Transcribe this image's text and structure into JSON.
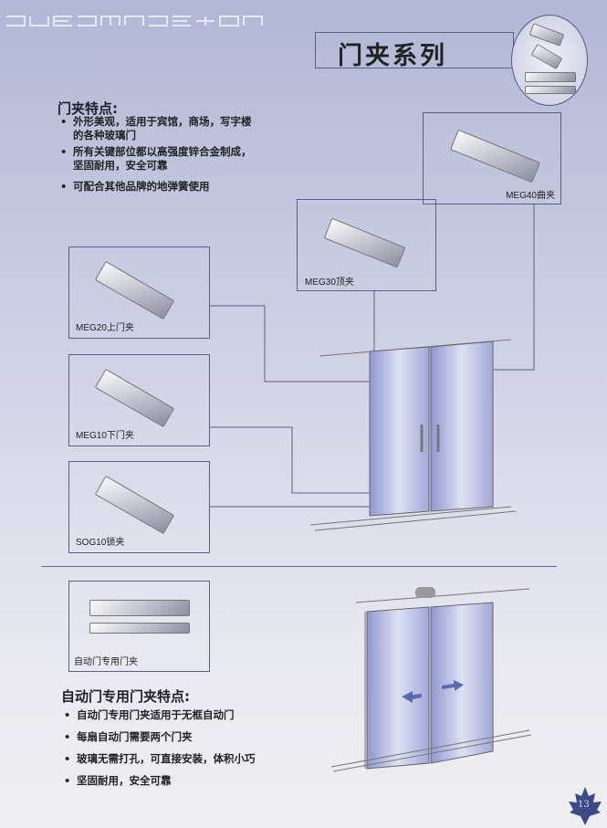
{
  "header": {
    "title": "门夹系列"
  },
  "features": {
    "heading": "门夹特点:",
    "items": [
      "外形美观，适用于宾馆，商场，写字楼的各种玻璃门",
      "所有关键部位都以高强度锌合金制成，坚固耐用，安全可靠",
      "可配合其他品牌的地弹簧使用"
    ]
  },
  "products": [
    {
      "label": "MEG40曲夹"
    },
    {
      "label": "MEG30顶夹"
    },
    {
      "label": "MEG20上门夹"
    },
    {
      "label": "MEG10下门夹"
    },
    {
      "label": "SOG10锁夹"
    },
    {
      "label": "自动门专用门夹"
    }
  ],
  "auto_features": {
    "heading": "自动门专用门夹特点:",
    "items": [
      "自动门专用门夹适用于无框自动门",
      "每扇自动门需要两个门夹",
      "玻璃无需打孔，可直接安装，体积小巧",
      "坚固耐用，安全可靠"
    ]
  },
  "page_number": "13",
  "colors": {
    "arrow": "#5a6ab0",
    "line": "#5a5f86"
  }
}
